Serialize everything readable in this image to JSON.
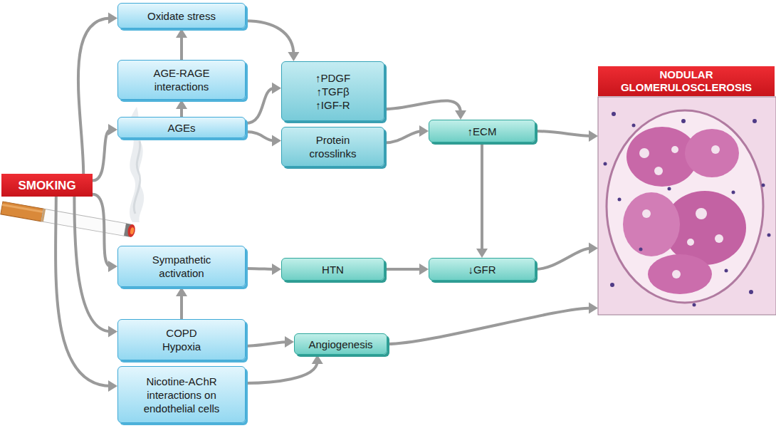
{
  "diagram": {
    "nodes": [
      {
        "text": [
          "SMOKING"
        ]
      },
      {
        "text": [
          "Oxidate stress"
        ]
      },
      {
        "text": [
          "AGE-RAGE interactions"
        ]
      },
      {
        "text": [
          "AGEs"
        ]
      },
      {
        "text": [
          "Sympathetic activation"
        ]
      },
      {
        "text": [
          "COPD Hypoxia"
        ]
      },
      {
        "text": [
          "Nicotine-AChR interactions on endothelial cells"
        ]
      },
      {
        "text": [
          "↑PDGF ↑TGFβ ↑IGF-R"
        ]
      },
      {
        "text": [
          "Protein crosslinks"
        ]
      },
      {
        "text": [
          "HTN"
        ]
      },
      {
        "text": [
          "Angiogenesis"
        ]
      },
      {
        "text": [
          "↑ECM"
        ]
      },
      {
        "text": [
          "↓GFR"
        ]
      },
      {
        "text": [
          "NODULAR GLOMERULOSCLEROSIS"
        ]
      }
    ],
    "edges": [
      {
        "from": 0,
        "to": 1,
        "arrow": "to"
      },
      {
        "from": 0,
        "to": 3,
        "arrow": "to"
      },
      {
        "from": 0,
        "to": 4,
        "arrow": "to"
      },
      {
        "from": 0,
        "to": 5,
        "arrow": "to"
      },
      {
        "from": 0,
        "to": 6,
        "arrow": "to"
      },
      {
        "from": 3,
        "to": 2,
        "arrow": "to"
      },
      {
        "from": 2,
        "to": 1,
        "arrow": "to"
      },
      {
        "from": 1,
        "to": 7,
        "arrow": "to"
      },
      {
        "from": 3,
        "to": 7,
        "arrow": "to"
      },
      {
        "from": 3,
        "to": 8,
        "arrow": "to"
      },
      {
        "from": 7,
        "to": 11,
        "arrow": "to"
      },
      {
        "from": 8,
        "to": 11,
        "arrow": "to"
      },
      {
        "from": 11,
        "to": 12,
        "arrow": "to"
      },
      {
        "from": 11,
        "to": 13,
        "arrow": "to"
      },
      {
        "from": 4,
        "to": 9,
        "arrow": "to"
      },
      {
        "from": 9,
        "to": 12,
        "arrow": "to"
      },
      {
        "from": 12,
        "to": 13,
        "arrow": "to"
      },
      {
        "from": 5,
        "to": 4,
        "arrow": "to"
      },
      {
        "from": 5,
        "to": 10,
        "arrow": "to"
      },
      {
        "from": 6,
        "to": 10,
        "arrow": "to"
      },
      {
        "from": 10,
        "to": 13,
        "arrow": "to"
      }
    ]
  }
}
